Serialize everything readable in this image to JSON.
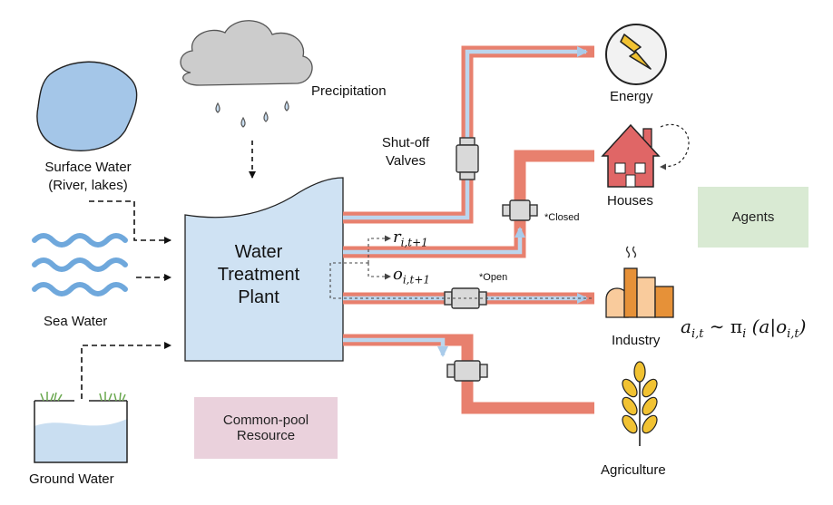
{
  "labels": {
    "precipitation": "Precipitation",
    "surface_water_line1": "Surface Water",
    "surface_water_line2": "(River, lakes)",
    "sea_water": "Sea Water",
    "ground_water": "Ground Water",
    "plant_line1": "Water",
    "plant_line2": "Treatment",
    "plant_line3": "Plant",
    "shutoff_line1": "Shut-off",
    "shutoff_line2": "Valves",
    "closed": "*Closed",
    "open": "*Open",
    "energy": "Energy",
    "houses": "Houses",
    "industry": "Industry",
    "agriculture": "Agriculture",
    "agents": "Agents",
    "common_pool_line1": "Common-pool",
    "common_pool_line2": "Resource"
  },
  "math": {
    "reward": "r",
    "reward_sub": "i,t+1",
    "observation": "o",
    "observation_sub": "i,t+1",
    "policy": "a",
    "policy_sub": "i,t",
    "policy_rest": " ∼ π",
    "policy_pi_sub": "i",
    "policy_args": " (a|o",
    "policy_args_sub": "i,t",
    "policy_close": ")"
  },
  "colors": {
    "pipe": "#e8806e",
    "flow": "#bcd6ee",
    "flow_arrow": "#a9cbea",
    "water": "#c9def1",
    "plant_fill": "#cfe2f3",
    "valve": "#d9d9d9",
    "cloud": "#cccccc",
    "agents_box": "#d9ead3",
    "common_pool_box": "#ead1dc",
    "house": "#e06666",
    "wheat": "#f1c232",
    "industry_light": "#f9cb9c",
    "industry_dark": "#e69138",
    "energy_bolt": "#f1c232"
  },
  "icons": {
    "cloud": "cloud-icon",
    "lake": "lake-icon",
    "waves": "waves-icon",
    "ground": "ground-water-icon",
    "energy": "lightning-icon",
    "house": "house-icon",
    "industry": "factory-icon",
    "agriculture": "wheat-icon"
  }
}
